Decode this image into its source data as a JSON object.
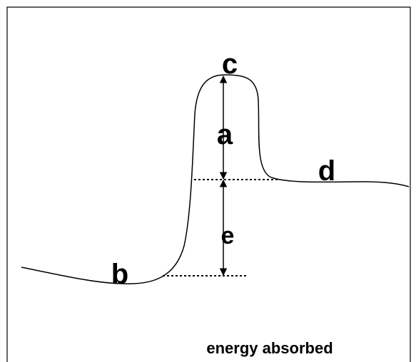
{
  "diagram": {
    "labels": {
      "a": "a",
      "b": "b",
      "c": "c",
      "d": "d",
      "e": "e"
    },
    "caption": "energy absorbed"
  }
}
